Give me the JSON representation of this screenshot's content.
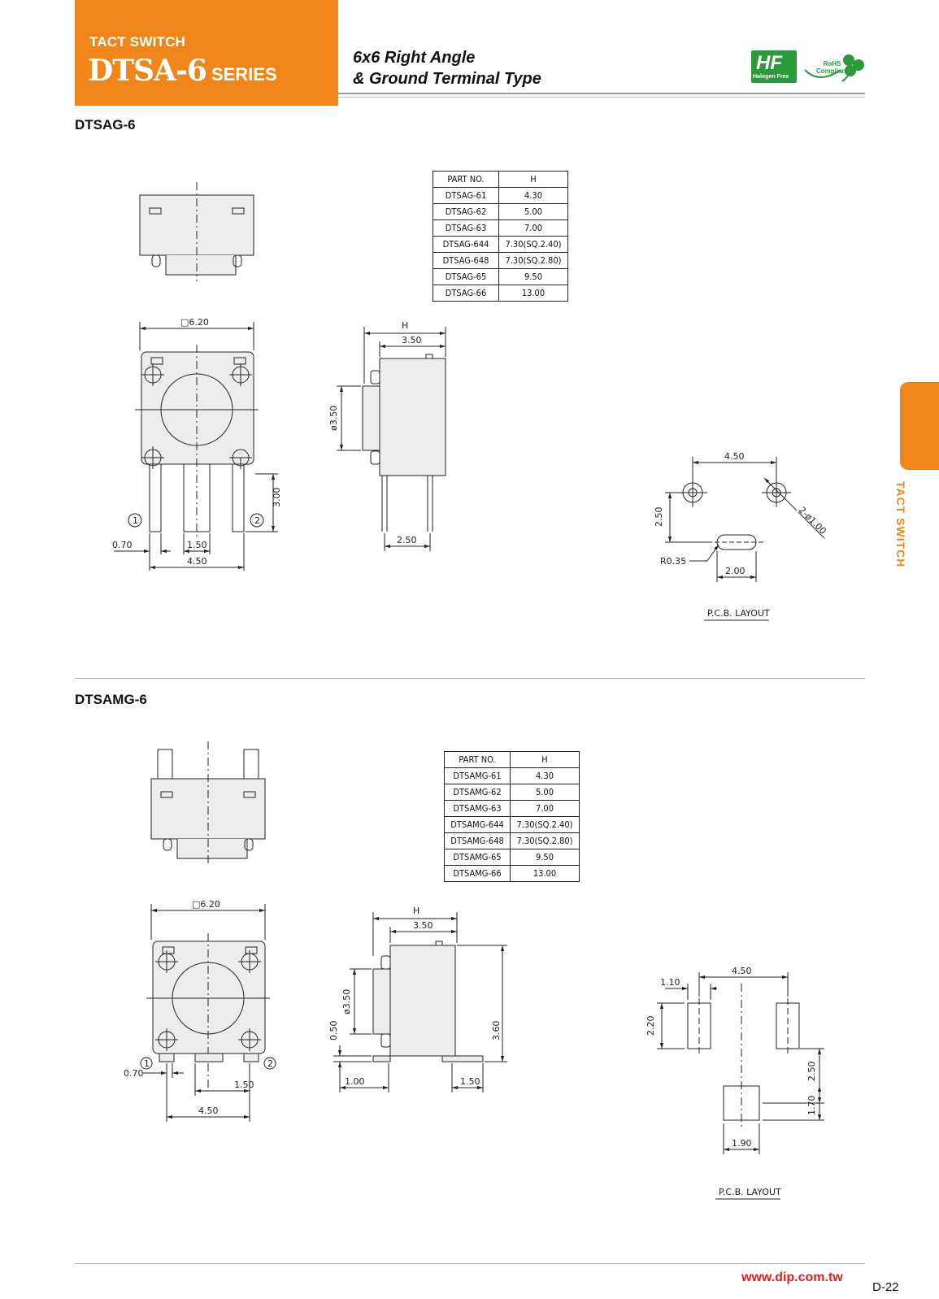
{
  "header": {
    "kicker": "TACT SWITCH",
    "series_main": "DTSA-6",
    "series_suffix": "SERIES",
    "subtitle_line1": "6x6 Right Angle",
    "subtitle_line2": "& Ground Terminal Type",
    "badges": {
      "hf": "HF",
      "hf_caption": "Halogen Free",
      "rohs_line1": "RoHS",
      "rohs_line2": "Compliant"
    },
    "accent_color": "#f08519"
  },
  "side_tab": {
    "label": "TACT SWITCH"
  },
  "sections": [
    {
      "title": "DTSAG-6",
      "table": {
        "headers": [
          "PART NO.",
          "H"
        ],
        "rows": [
          [
            "DTSAG-61",
            "4.30"
          ],
          [
            "DTSAG-62",
            "5.00"
          ],
          [
            "DTSAG-63",
            "7.00"
          ],
          [
            "DTSAG-644",
            "7.30(SQ.2.40)"
          ],
          [
            "DTSAG-648",
            "7.30(SQ.2.80)"
          ],
          [
            "DTSAG-65",
            "9.50"
          ],
          [
            "DTSAG-66",
            "13.00"
          ]
        ]
      },
      "dims": {
        "top_width": "□6.20",
        "side_h": "H",
        "side_depth": "3.50",
        "dia": "ø3.50",
        "pin_height": "3.00",
        "pin_left": "0.70",
        "pin_mid": "1.50",
        "pin_span": "4.50",
        "side_pitch": "2.50",
        "pin1": "1",
        "pin2": "2"
      },
      "pcb": {
        "span": "4.50",
        "vert": "2.50",
        "holes": "2-ø1.00",
        "radius": "R0.35",
        "slot": "2.00",
        "caption": "P.C.B. LAYOUT"
      }
    },
    {
      "title": "DTSAMG-6",
      "table": {
        "headers": [
          "PART NO.",
          "H"
        ],
        "rows": [
          [
            "DTSAMG-61",
            "4.30"
          ],
          [
            "DTSAMG-62",
            "5.00"
          ],
          [
            "DTSAMG-63",
            "7.00"
          ],
          [
            "DTSAMG-644",
            "7.30(SQ.2.40)"
          ],
          [
            "DTSAMG-648",
            "7.30(SQ.2.80)"
          ],
          [
            "DTSAMG-65",
            "9.50"
          ],
          [
            "DTSAMG-66",
            "13.00"
          ]
        ]
      },
      "dims": {
        "top_width": "□6.20",
        "side_h": "H",
        "side_depth": "3.50",
        "dia": "ø3.50",
        "offset": "0.50",
        "height": "3.60",
        "foot_left": "1.00",
        "foot_right": "1.50",
        "pin_left": "0.70",
        "pin_mid": "1.50",
        "pin_span": "4.50",
        "pin1": "1",
        "pin2": "2"
      },
      "pcb": {
        "span": "4.50",
        "pad_w": "1.10",
        "pad_h": "2.20",
        "vert": "2.50",
        "pad2_h": "1.70",
        "pad2_w": "1.90",
        "caption": "P.C.B. LAYOUT"
      }
    }
  ],
  "footer": {
    "url": "www.dip.com.tw",
    "page": "D-22",
    "url_color": "#e0201c"
  }
}
